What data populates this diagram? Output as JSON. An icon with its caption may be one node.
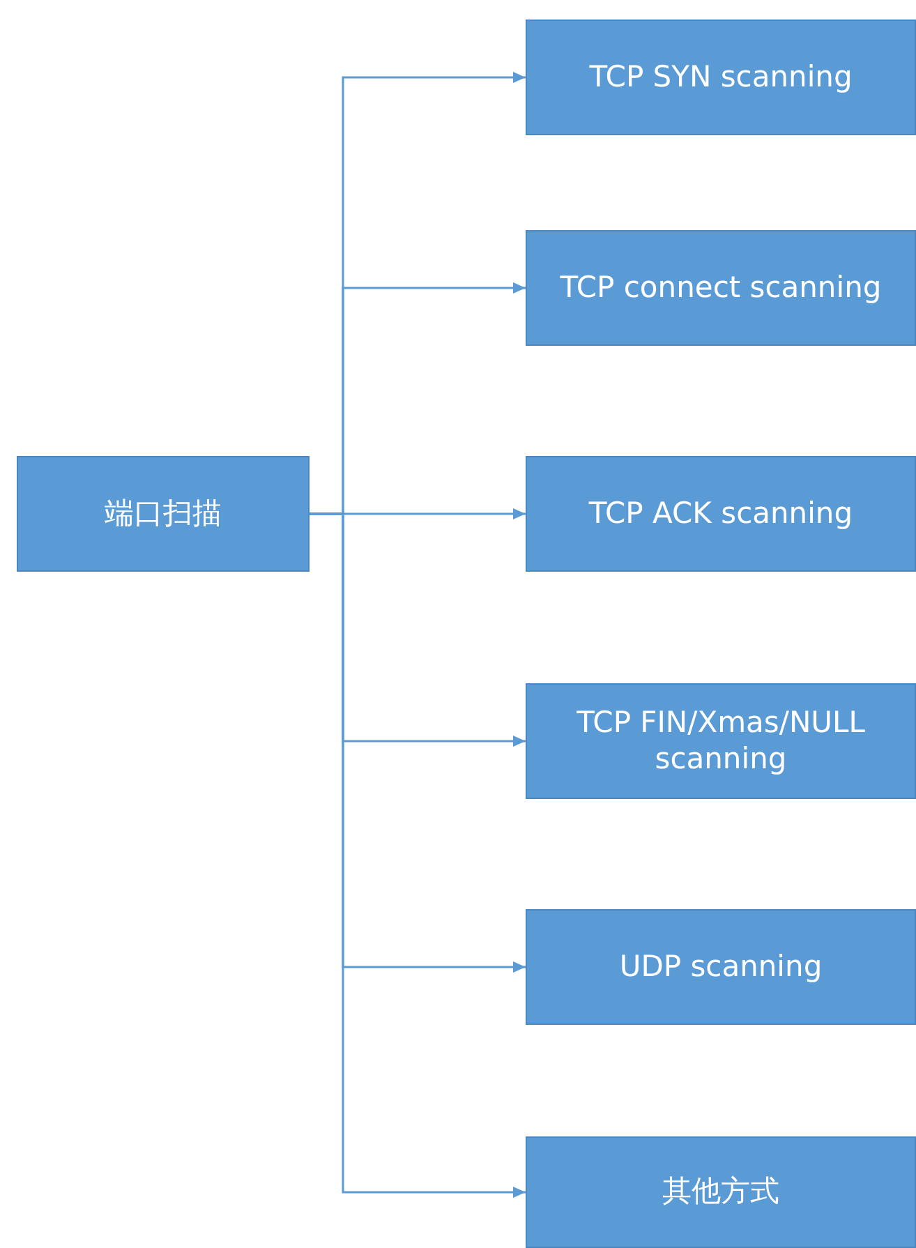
{
  "diagram": {
    "nodes": [
      {
        "text": [
          "端口扫描"
        ]
      },
      {
        "text": [
          "TCP SYN scanning"
        ]
      },
      {
        "text": [
          "TCP connect scanning"
        ]
      },
      {
        "text": [
          "TCP ACK scanning"
        ]
      },
      {
        "text": [
          "TCP FIN/Xmas/NULL scanning"
        ]
      },
      {
        "text": [
          "UDP scanning"
        ]
      },
      {
        "text": [
          "其他方式"
        ]
      }
    ],
    "edges": [
      {
        "from": 0,
        "to": 1,
        "arrow": "to"
      },
      {
        "from": 0,
        "to": 2,
        "arrow": "to"
      },
      {
        "from": 0,
        "to": 3,
        "arrow": "to"
      },
      {
        "from": 0,
        "to": 4,
        "arrow": "to"
      },
      {
        "from": 0,
        "to": 5,
        "arrow": "to"
      },
      {
        "from": 0,
        "to": 6,
        "arrow": "to"
      }
    ]
  }
}
